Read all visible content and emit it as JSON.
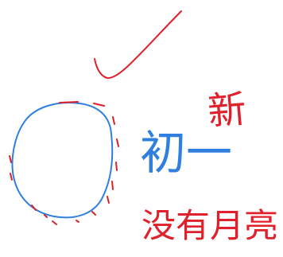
{
  "colors": {
    "red": "#e0202a",
    "blue": "#2f7fe0",
    "background": "#ffffff"
  },
  "annotations": {
    "checkmark": {
      "meaning": "check-mark",
      "color": "red"
    },
    "circle": {
      "meaning": "moon-circle",
      "color": "blue"
    },
    "texts": {
      "chu_yi": "初一",
      "xin": "新",
      "meiyou_yueliang": "没有月亮"
    }
  }
}
